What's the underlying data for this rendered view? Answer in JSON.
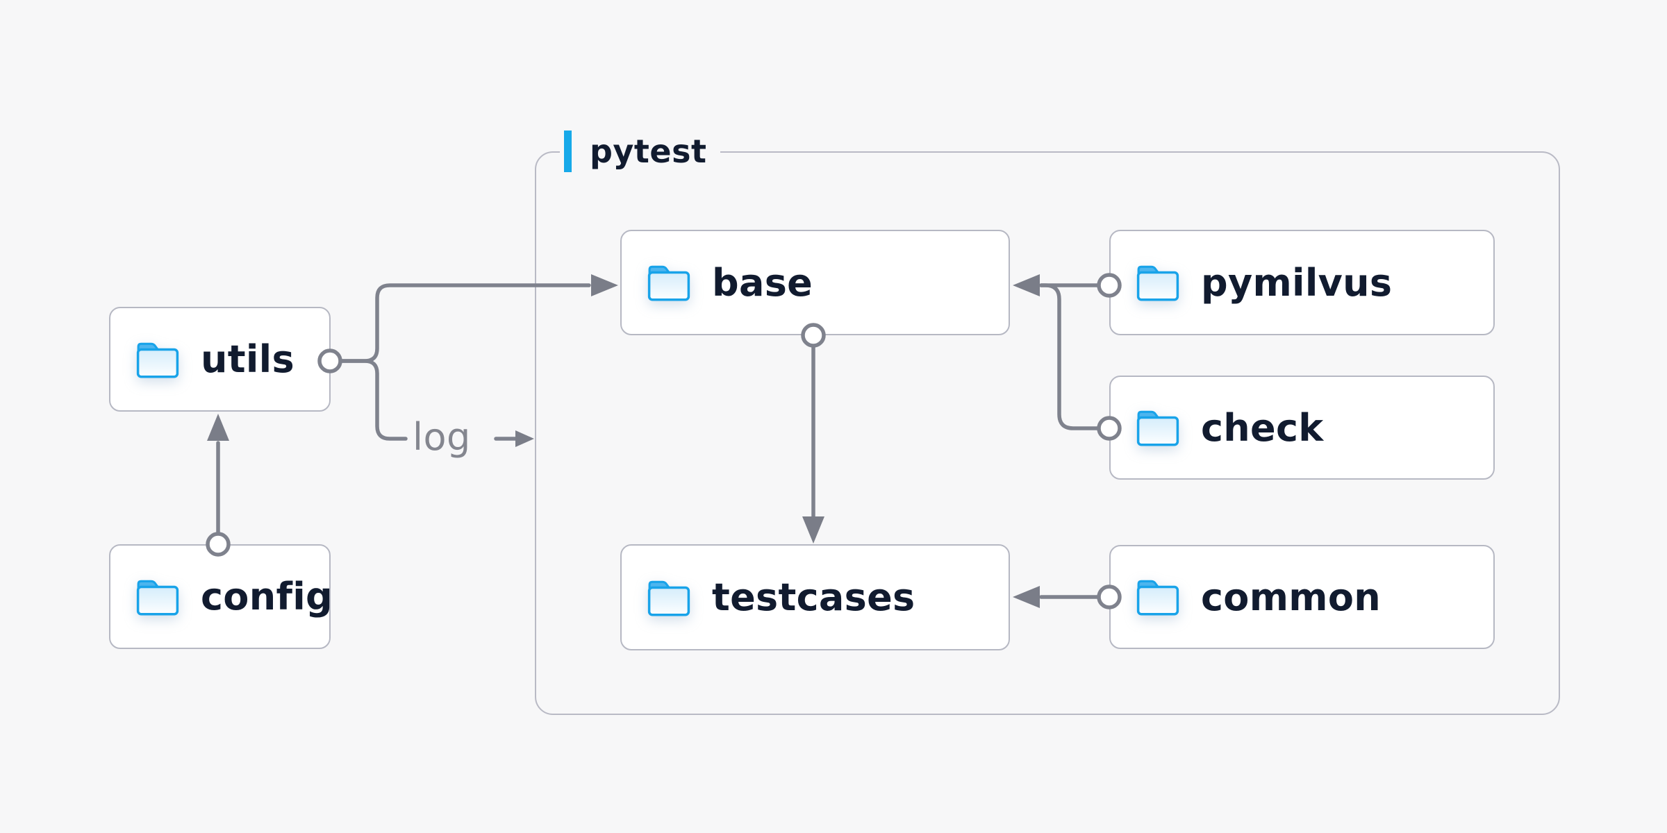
{
  "diagram": {
    "background": "#f7f7f8",
    "container": {
      "label": "pytest",
      "accent_color": "#17a9e9",
      "border_color": "#b9bac5"
    },
    "nodes": [
      {
        "id": "utils",
        "label": "utils"
      },
      {
        "id": "config",
        "label": "config"
      },
      {
        "id": "base",
        "label": "base"
      },
      {
        "id": "pymilvus",
        "label": "pymilvus"
      },
      {
        "id": "check",
        "label": "check"
      },
      {
        "id": "testcases",
        "label": "testcases"
      },
      {
        "id": "common",
        "label": "common"
      }
    ],
    "edges": [
      {
        "from": "config",
        "to": "utils",
        "label": ""
      },
      {
        "from": "utils",
        "to": "base",
        "label": ""
      },
      {
        "from": "utils",
        "to": "pytest",
        "label": "log"
      },
      {
        "from": "pymilvus",
        "to": "base",
        "label": ""
      },
      {
        "from": "check",
        "to": "base",
        "label": ""
      },
      {
        "from": "base",
        "to": "testcases",
        "label": ""
      },
      {
        "from": "common",
        "to": "testcases",
        "label": ""
      }
    ],
    "colors": {
      "node_fill": "#ffffff",
      "node_border": "#b6b8c3",
      "node_text": "#111b2f",
      "connector": "#7f828d",
      "edge_label_text": "#84868f",
      "folder_stroke": "#18a3e9",
      "folder_tab": "#4db5ee",
      "folder_fill_top": "#d5edfb",
      "folder_fill_bottom": "#fdfeff"
    }
  }
}
